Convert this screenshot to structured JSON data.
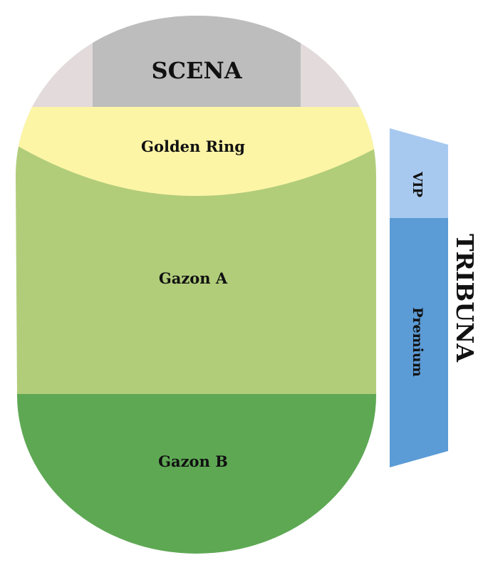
{
  "stage": {
    "label": "SCENA",
    "color": "#bdbdbd",
    "wing_color": "#e2dadb"
  },
  "sections": [
    {
      "id": "golden-ring",
      "label": "Golden Ring",
      "color": "#fdf5a6"
    },
    {
      "id": "gazon-a",
      "label": "Gazon A",
      "color": "#b1cd7a"
    },
    {
      "id": "gazon-b",
      "label": "Gazon B",
      "color": "#5ea854"
    }
  ],
  "tribuna": {
    "label": "TRIBUNA",
    "sections": [
      {
        "id": "vip",
        "label": "VIP",
        "color": "#a8c9ef"
      },
      {
        "id": "premium",
        "label": "Premium",
        "color": "#5b9bd6"
      }
    ]
  }
}
